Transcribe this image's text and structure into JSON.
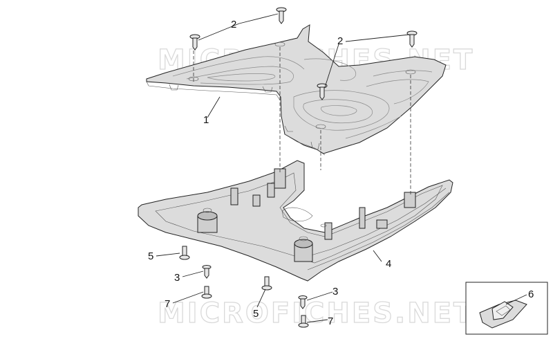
{
  "watermarks": [
    "MICROFICHES.NET",
    "MICROFICHES.NET"
  ],
  "callouts": {
    "c1": "1",
    "c2a": "2",
    "c2b": "2",
    "c3a": "3",
    "c3b": "3",
    "c4": "4",
    "c5a": "5",
    "c5b": "5",
    "c6": "6",
    "c7a": "7",
    "c7b": "7"
  },
  "colors": {
    "part_fill": "#dcdcdc",
    "part_fill_light": "#ececec",
    "line": "#222222",
    "watermark": "#d9d9d9"
  }
}
